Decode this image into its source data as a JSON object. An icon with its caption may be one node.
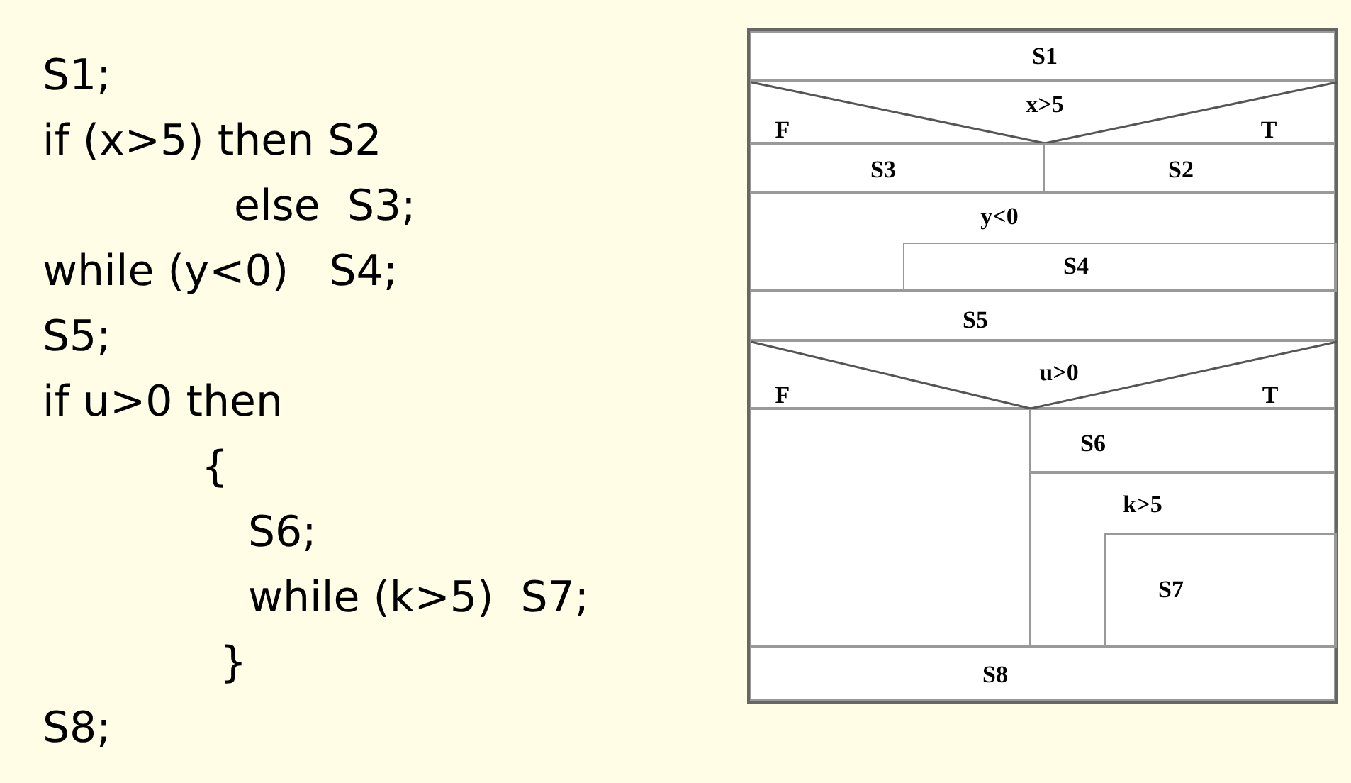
{
  "diagram": {
    "nodes": [
      {
        "text": [
          "S1"
        ]
      },
      {
        "text": [
          "x>5",
          "F",
          "T"
        ]
      },
      {
        "text": [
          "S3"
        ]
      },
      {
        "text": [
          "S2"
        ]
      },
      {
        "text": [
          "y<0"
        ]
      },
      {
        "text": [
          "S4"
        ],
        "in": 4
      },
      {
        "text": [
          "S5"
        ]
      },
      {
        "text": [
          "u>0",
          "F",
          "T"
        ]
      },
      {
        "text": [],
        "shape": "box"
      },
      {
        "text": [
          "S6"
        ]
      },
      {
        "text": [
          "k>5"
        ]
      },
      {
        "text": [
          "S7"
        ],
        "in": 10
      },
      {
        "text": [
          "S8"
        ]
      }
    ],
    "labels": [
      "S1;",
      "if (x>5) then S2",
      "else  S3;",
      "while (y<0)   S4;",
      "S5;",
      "if u>0 then",
      "{",
      "S6;",
      "while (k>5)  S7;",
      "}",
      "S8;"
    ]
  }
}
